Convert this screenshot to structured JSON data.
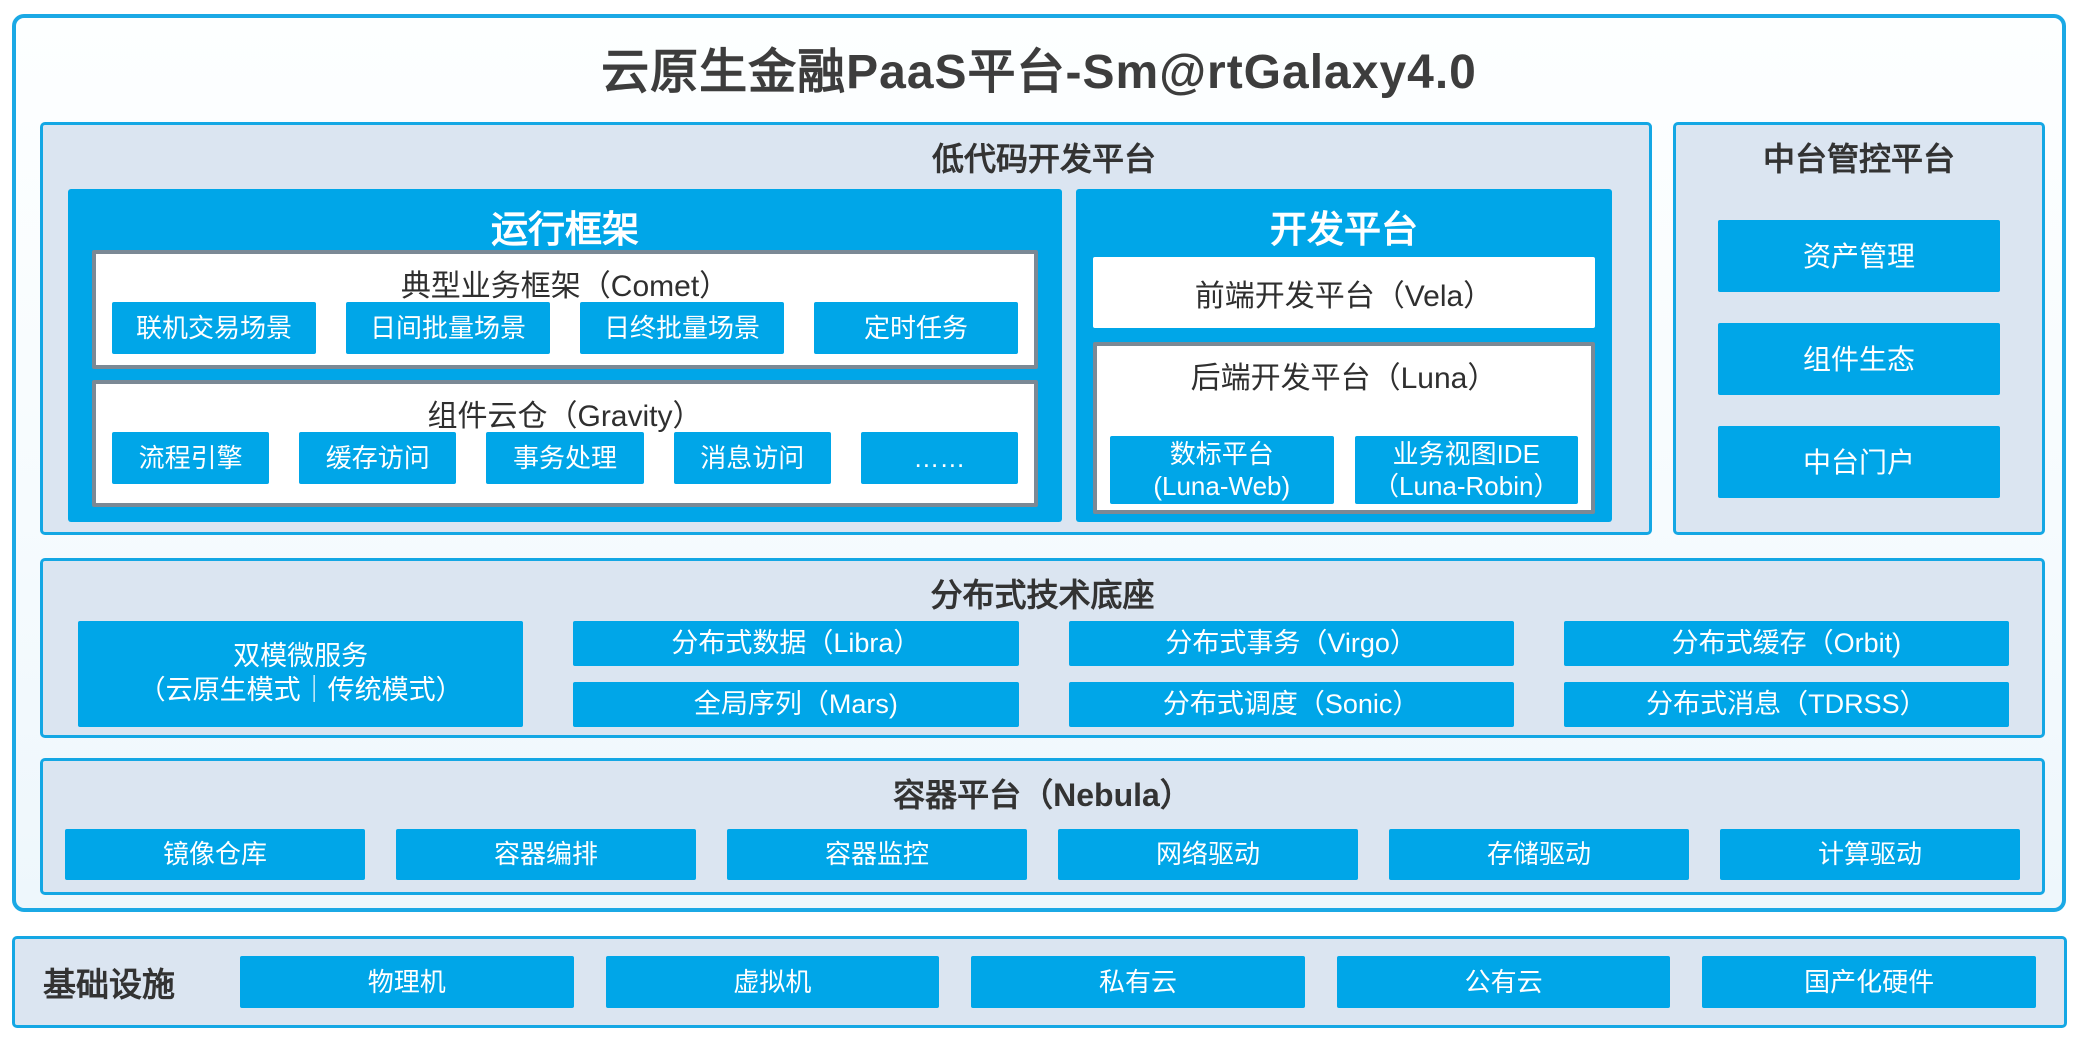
{
  "title": "云原生金融PaaS平台-Sm@rtGalaxy4.0",
  "colors": {
    "accent_blue": "#00a6e8",
    "border_blue": "#14a7e4",
    "panel_bg": "#dbe5f1",
    "gray_box_border": "#7b8995",
    "dark_text": "#333333"
  },
  "lowcode": {
    "title": "低代码开发平台",
    "runtime": {
      "title": "运行框架",
      "comet": {
        "title": "典型业务框架（Comet）",
        "items": [
          "联机交易场景",
          "日间批量场景",
          "日终批量场景",
          "定时任务"
        ]
      },
      "gravity": {
        "title": "组件云仓（Gravity）",
        "items": [
          "流程引擎",
          "缓存访问",
          "事务处理",
          "消息访问",
          "……"
        ]
      }
    },
    "dev": {
      "title": "开发平台",
      "vela": "前端开发平台（Vela）",
      "luna": {
        "title": "后端开发平台（Luna）",
        "items": [
          {
            "line1": "数标平台",
            "line2": "(Luna-Web)"
          },
          {
            "line1": "业务视图IDE",
            "line2": "（Luna-Robin）"
          }
        ]
      }
    }
  },
  "midplatform": {
    "title": "中台管控平台",
    "items": [
      "资产管理",
      "组件生态",
      "中台门户"
    ]
  },
  "distributed": {
    "title": "分布式技术底座",
    "dual_mode": {
      "line1": "双模微服务",
      "line2": "（云原生模式｜传统模式）"
    },
    "columns": [
      [
        "分布式数据（Libra）",
        "全局序列（Mars)"
      ],
      [
        "分布式事务（Virgo）",
        "分布式调度（Sonic）"
      ],
      [
        "分布式缓存（Orbit)",
        "分布式消息（TDRSS）"
      ]
    ]
  },
  "container_platform": {
    "title": "容器平台（Nebula）",
    "items": [
      "镜像仓库",
      "容器编排",
      "容器监控",
      "网络驱动",
      "存储驱动",
      "计算驱动"
    ]
  },
  "infrastructure": {
    "title": "基础设施",
    "items": [
      "物理机",
      "虚拟机",
      "私有云",
      "公有云",
      "国产化硬件"
    ]
  }
}
